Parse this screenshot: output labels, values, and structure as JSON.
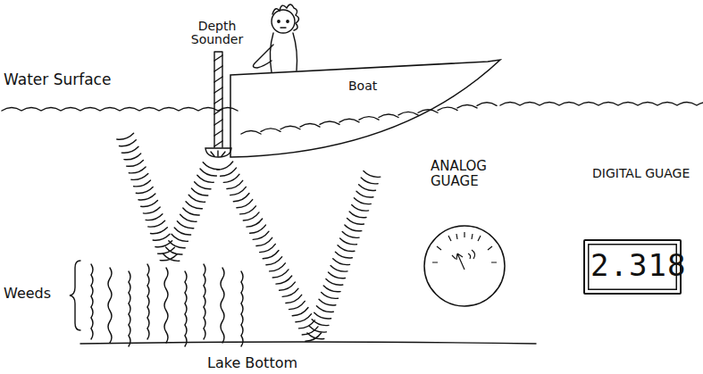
{
  "diagram": {
    "nodes": [
      {
        "text": [
          "Boat"
        ]
      },
      {
        "text": [
          "ANALOG GUAGE"
        ]
      },
      {
        "text": [
          "DIGITAL GUAGE",
          "2.318"
        ]
      }
    ],
    "labels": [
      "Depth Sounder",
      "Water Surface",
      "Weeds",
      "Lake Bottom"
    ]
  }
}
